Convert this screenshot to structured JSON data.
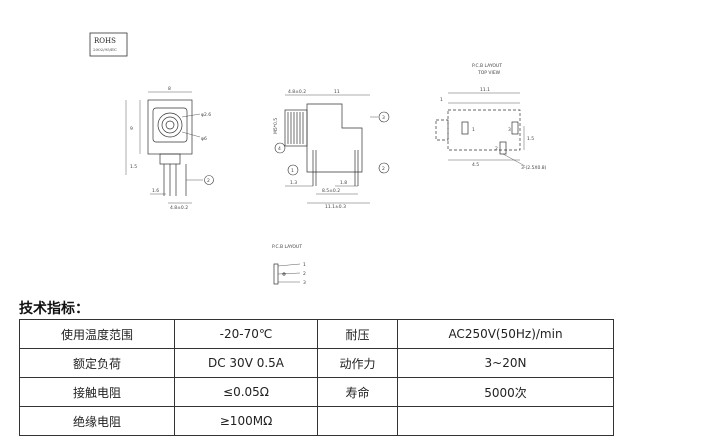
{
  "rohs": {
    "title": "ROHS",
    "code": "2002/95/EC"
  },
  "dimensions": {
    "front_width": "8",
    "front_height": "9",
    "hole_dia": "φ2.6",
    "pin_dia": "φ6",
    "front_side": "1.5",
    "front_pin_offset": "1.6",
    "front_bottom": "4.8±0.2",
    "side_top_left": "4.8±0.2",
    "side_top_right": "11",
    "side_thread": "M5*0.5",
    "side_pin_left": "1.3",
    "side_pin_mid": "1.8",
    "side_pin_span": "8.5±0.2",
    "side_total": "11.1±0.3",
    "top_width": "11.1",
    "top_left": "1",
    "top_mid": "4.5",
    "top_hole": "3-(2.5X0.8)",
    "top_pin_1": "1",
    "top_pin_3": "3",
    "top_pin_2": "2",
    "top_side": "1.5"
  },
  "pcb_layout_top": {
    "title": "P.C.B LAYOUT",
    "subtitle": "TOP VIEW"
  },
  "pcb_layout_bottom": {
    "title": "P.C.B LAYOUT",
    "pins": [
      "1",
      "2",
      "3"
    ]
  },
  "callouts": {
    "c1": "1",
    "c2": "2",
    "c3": "3",
    "c4": "4"
  },
  "spec": {
    "heading": "技术指标：",
    "rows": [
      {
        "k1": "使用温度范围",
        "v1": "-20-70℃",
        "k2": "耐压",
        "v2": "AC250V(50Hz)/min"
      },
      {
        "k1": "额定负荷",
        "v1": "DC 30V 0.5A",
        "k2": "动作力",
        "v2": "3~20N"
      },
      {
        "k1": "接触电阻",
        "v1": "≤0.05Ω",
        "k2": "寿命",
        "v2": "5000次"
      },
      {
        "k1": "绝缘电阻",
        "v1": "≥100MΩ",
        "k2": "",
        "v2": ""
      }
    ]
  }
}
